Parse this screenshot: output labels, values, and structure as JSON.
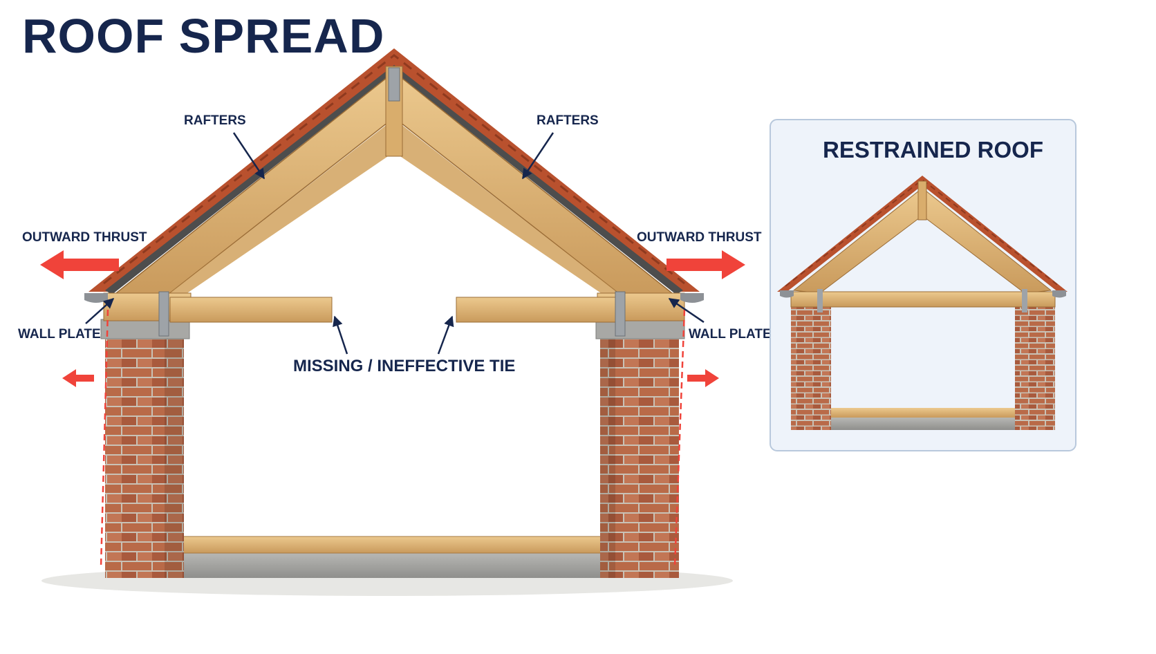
{
  "title": "ROOF SPREAD",
  "labels": {
    "rafters_left": "RAFTERS",
    "rafters_right": "RAFTERS",
    "thrust_left": "OUTWARD THRUST",
    "thrust_right": "OUTWARD THRUST",
    "wall_plate_left": "WALL PLATE",
    "wall_plate_right": "WALL PLATE",
    "missing_tie": "MISSING / INEFFECTIVE TIE"
  },
  "inset": {
    "title": "RESTRAINED ROOF"
  },
  "colors": {
    "title": "#16264d",
    "thrust_arrow": "#f0433a",
    "timber": "#e2bd82",
    "brick": "#b96a48",
    "tile": "#b9512e",
    "panel_bg": "#eef3fa",
    "panel_border": "#b8c8dc"
  },
  "icons": {
    "thrust_arrows": "arrow-left / arrow-right",
    "callouts": "pointer-arrow"
  }
}
